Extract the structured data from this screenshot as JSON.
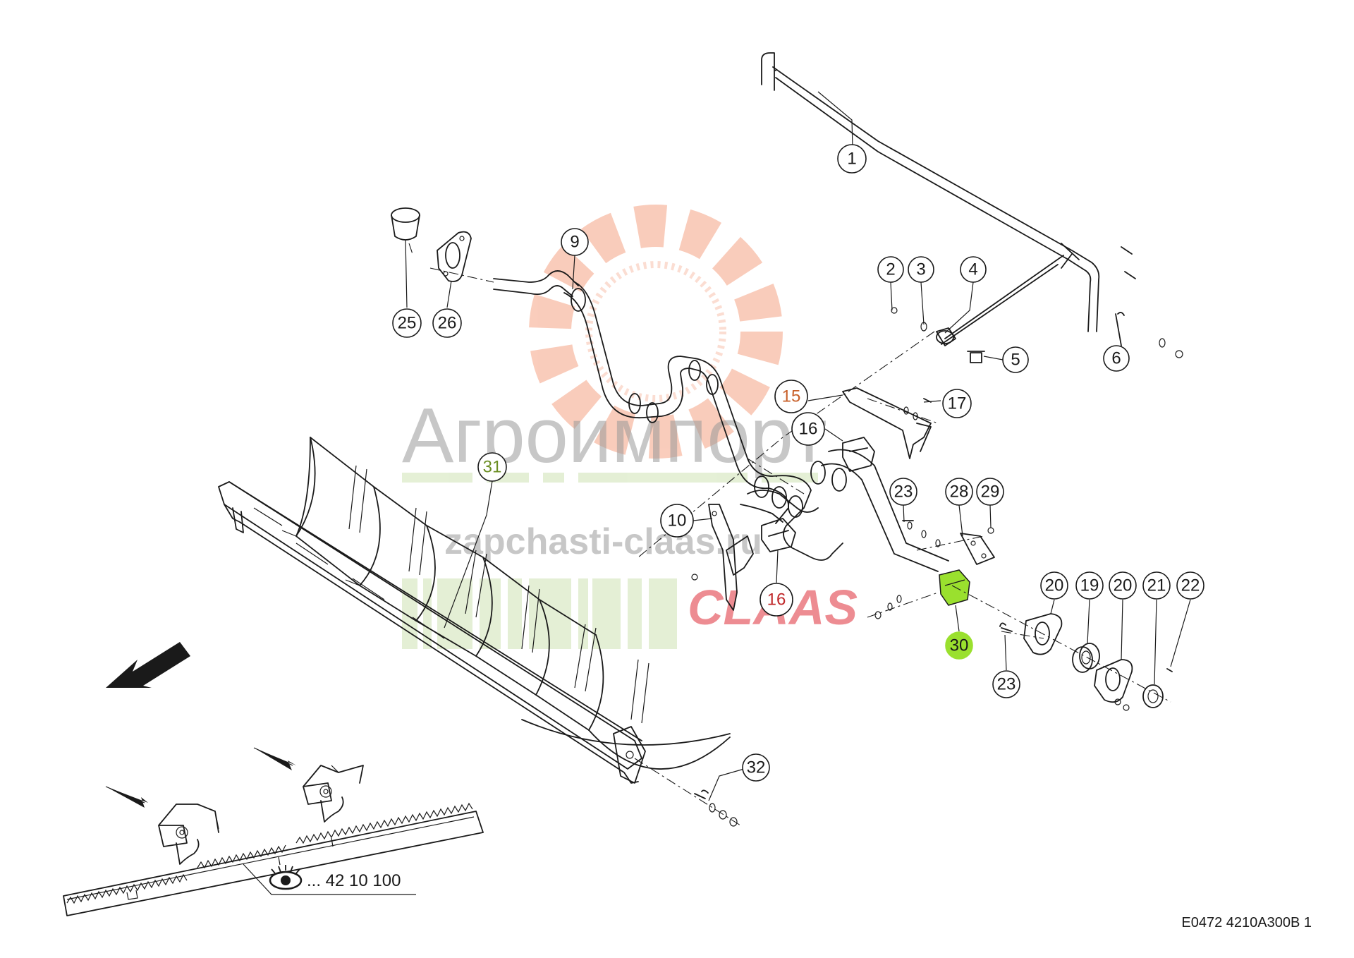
{
  "watermark": {
    "brand_text": "Агроимпорт",
    "site_text": "zapchasti-claas.ru",
    "logo_text": "CLAAS"
  },
  "reference": {
    "text": "... 42 10 100"
  },
  "footer": {
    "drawing_code": "E0472 4210A300B 1"
  },
  "colors": {
    "highlight": "#9ae02e",
    "orange_label": "#c8602a",
    "red_label": "#c0282a",
    "olive_label": "#6b8e23",
    "line": "#1a1a1a"
  },
  "callouts": [
    {
      "label": "1"
    },
    {
      "label": "2"
    },
    {
      "label": "3"
    },
    {
      "label": "4"
    },
    {
      "label": "5"
    },
    {
      "label": "6"
    },
    {
      "label": "9"
    },
    {
      "label": "10"
    },
    {
      "label": "15"
    },
    {
      "label": "16"
    },
    {
      "label": "16"
    },
    {
      "label": "17"
    },
    {
      "label": "19"
    },
    {
      "label": "20"
    },
    {
      "label": "20"
    },
    {
      "label": "21"
    },
    {
      "label": "22"
    },
    {
      "label": "23"
    },
    {
      "label": "23"
    },
    {
      "label": "25"
    },
    {
      "label": "26"
    },
    {
      "label": "28"
    },
    {
      "label": "29"
    },
    {
      "label": "30"
    },
    {
      "label": "31"
    },
    {
      "label": "32"
    }
  ]
}
